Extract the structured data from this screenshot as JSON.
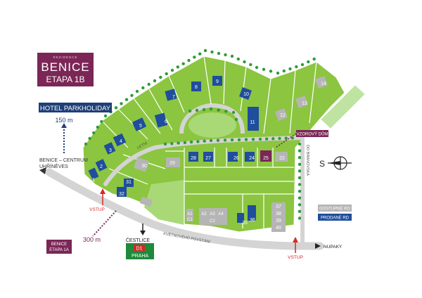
{
  "logo": {
    "kicker": "REZIDENCE",
    "brand": "BENICE",
    "stage": "ETAPA 1B"
  },
  "hotel": {
    "name": "HOTEL PARKHOLIDAY",
    "distance": "150 m"
  },
  "places": {
    "benice_centrum_line1": "BENICE – CENTRUM",
    "benice_centrum_line2": "UHŘÍNĚVES",
    "vstup_left": "VSTUP",
    "vstup_right": "VSTUP",
    "distance_300": "300 m",
    "benice_etapa_1a_line1": "BENICE",
    "benice_etapa_1a_line2": "ETAPA 1A",
    "cestlice": "ČESTLICE",
    "d1_badge": "D1",
    "praha": "PRAHA",
    "nupaky": "NUPAKY",
    "vzorovy_dum": "VZOROVÝ DŮM"
  },
  "streets": {
    "letni": "LETNÍ",
    "kvetnoveho": "KVĚTNOVÉHO POVSTÁNÍ",
    "do_branovska": "DO BRANOVSKA"
  },
  "compass": {
    "letter": "S"
  },
  "legend": {
    "available": "DOSTUPNÉ RD",
    "sold": "PRODANÉ RD",
    "available_color": "#b5b5b5",
    "sold_color": "#1f4e9c"
  },
  "colors": {
    "plot_green": "#8cc540",
    "road_gray": "#d4d4d4",
    "tree_green": "#2e9b3a",
    "brand_purple": "#7b2656",
    "navy": "#1f3f78"
  },
  "houses": {
    "h1": "1",
    "h2": "2",
    "h3": "3",
    "h4": "4",
    "h5": "5",
    "h6": "6",
    "h7": "7",
    "h8": "8",
    "h9": "9",
    "h10": "10",
    "h11": "11",
    "h12": "12",
    "h13": "13",
    "h14": "14",
    "h22": "22",
    "h24": "24",
    "h25": "25",
    "h26": "26",
    "h27": "27",
    "h28": "28",
    "h29": "29",
    "h30": "30",
    "h31": "31",
    "h32": "32",
    "h35": "35",
    "h36": "36",
    "h37": "37",
    "h38": "38",
    "h39": "39",
    "h40": "40",
    "a1": "A1",
    "c1": "C1",
    "a2": "A2",
    "a3": "A3",
    "a4": "A4",
    "c2": "C2"
  }
}
